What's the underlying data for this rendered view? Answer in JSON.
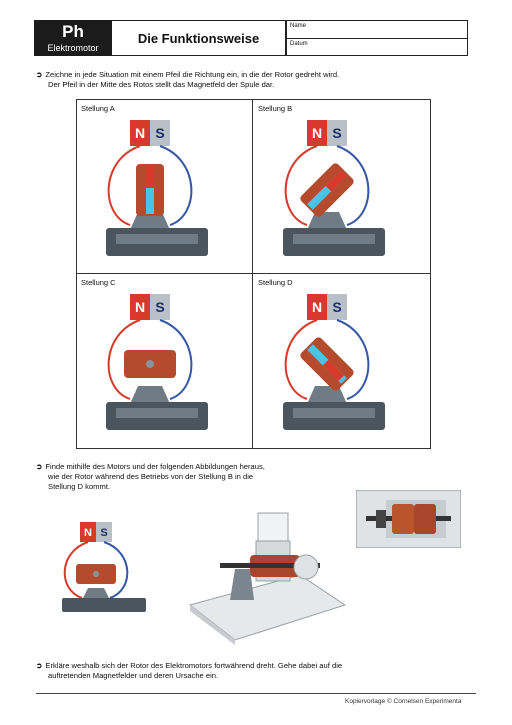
{
  "header": {
    "subject": "Ph",
    "subsubject": "Elektromotor",
    "title": "Die Funktionsweise",
    "name_label": "Name",
    "date_label": "Datum"
  },
  "task1": {
    "line1": "Zeichne in jede Situation mit einem Pfeil die Richtung ein, in die der Rotor gedreht wird.",
    "line2": "Der Pfeil in der Mitte des Rotos stellt das Magnetfeld der Spule dar."
  },
  "cells": [
    {
      "label": "Stellung A",
      "angle": 0
    },
    {
      "label": "Stellung B",
      "angle": 45
    },
    {
      "label": "Stellung C",
      "angle": 90
    },
    {
      "label": "Stellung D",
      "angle": -45
    }
  ],
  "magnet": {
    "n": "N",
    "s": "S"
  },
  "task2": {
    "line1": "Finde mithilfe des Motors und der folgenden Abbildungen heraus,",
    "line2": "wie der Rotor während des Betriebs von der Stellung B in die",
    "line3": "Stellung D kommt."
  },
  "task3": {
    "line1": "Erkläre weshalb sich der Rotor des Elektromotors fortwährend dreht. Gehe dabei auf die",
    "line2": "auftretenden Magnetfelder und deren Ursache ein."
  },
  "footer": "Kopiervorlage © Cornelsen Experimenta",
  "colors": {
    "red": "#d73a2a",
    "blue": "#3457a6",
    "gray": "#6f7b85",
    "dark": "#4b555d",
    "cyan": "#4cc3e6"
  }
}
